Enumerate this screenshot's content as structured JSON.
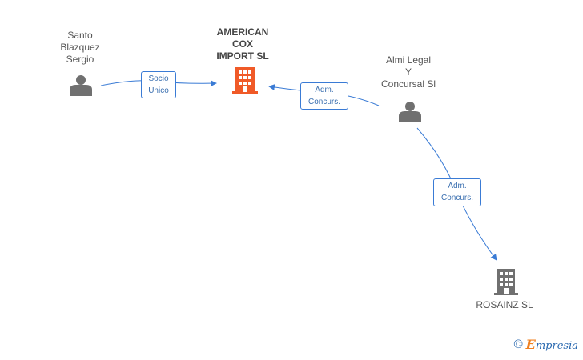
{
  "nodes": {
    "santo": {
      "label": "Santo\nBlazquez\nSergio",
      "type": "person"
    },
    "american": {
      "label": "AMERICAN\nCOX\nIMPORT SL",
      "type": "company-main"
    },
    "almi": {
      "label": "Almi Legal\nY\nConcursal Sl",
      "type": "person"
    },
    "rosainz": {
      "label": "ROSAINZ SL",
      "type": "company"
    }
  },
  "edges": {
    "socio": {
      "label": "Socio\nÚnico"
    },
    "adm1": {
      "label": "Adm.\nConcurs."
    },
    "adm2": {
      "label": "Adm.\nConcurs."
    }
  },
  "colors": {
    "person": "#707070",
    "company_main": "#f05a28",
    "company": "#707070",
    "edge": "#3a7bd5"
  },
  "footer": {
    "copyright_symbol": "©",
    "brand_initial": "E",
    "brand_rest": "mpresia"
  }
}
